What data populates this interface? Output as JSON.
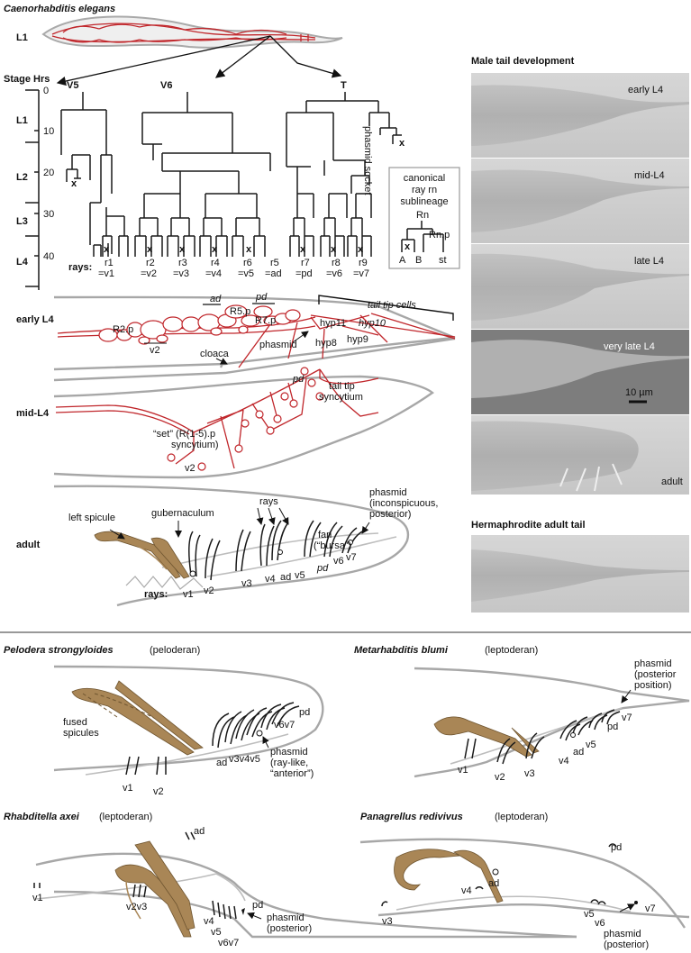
{
  "top": {
    "species": "Caenorhabditis elegans",
    "l1_label": "L1",
    "stage_hrs": "Stage Hrs",
    "lineages": [
      "V5",
      "V6",
      "T"
    ],
    "stages": [
      "L1",
      "L2",
      "L3",
      "L4"
    ],
    "hours": [
      "0",
      "10",
      "20",
      "30",
      "40"
    ],
    "rays_label": "rays:",
    "rays_top": [
      "r1",
      "r2",
      "r3",
      "r4",
      "r6",
      "r5",
      "r7",
      "r8",
      "r9"
    ],
    "rays_bottom": [
      "=v1",
      "=v2",
      "=v3",
      "=v4",
      "=v5",
      "=ad",
      "=pd",
      "=v6",
      "=v7"
    ],
    "x_mark": "x",
    "phasmid_socket": "phasmid socket",
    "canonical": {
      "line1": "canonical",
      "line2": "ray rn",
      "line3": "sublineage",
      "rn": "Rn",
      "rnp": "Rn.p",
      "a": "A",
      "b": "B",
      "st": "st"
    }
  },
  "early_l4": {
    "label": "early L4",
    "ad": "ad",
    "pd": "pd",
    "r5p": "R5.p",
    "r2p": "R2.p",
    "r7p": "R7.p",
    "v2": "v2",
    "cloaca": "cloaca",
    "phasmid": "phasmid",
    "hyp11": "hyp11",
    "hyp10": "hyp10",
    "hyp8": "hyp8",
    "hyp9": "hyp9",
    "tail_tip_cells": "tail tip cells"
  },
  "mid_l4": {
    "label": "mid-L4",
    "pd": "pd",
    "tail_tip_1": "tail tip",
    "tail_tip_2": "syncytium",
    "set_1": "“set” (R(1-5).p",
    "set_2": "syncytium)",
    "v2": "v2"
  },
  "adult": {
    "label": "adult",
    "left_spicule": "left spicule",
    "gubernaculum": "gubernaculum",
    "rays": "rays",
    "phasmid_1": "phasmid",
    "phasmid_2": "(inconspicuous,",
    "phasmid_3": "posterior)",
    "fan_1": "fan",
    "fan_2": "(“bursa”)",
    "rays_label": "rays:",
    "ray_names": [
      "v1",
      "v2",
      "v3",
      "v4",
      "ad",
      "v5",
      "pd",
      "v6",
      "v7"
    ]
  },
  "photos": {
    "title": "Male tail development",
    "panels": [
      "early L4",
      "mid-L4",
      "late L4",
      "very late L4",
      "adult"
    ],
    "scale": "10 µm",
    "herm_title": "Hermaphrodite adult tail"
  },
  "pelodera": {
    "species": "Pelodera strongyloides",
    "type": "(peloderan)",
    "fused_1": "fused",
    "fused_2": "spicules",
    "pd": "pd",
    "v6v7": "v6v7",
    "phasmid_1": "phasmid",
    "phasmid_2": "(ray-like,",
    "phasmid_3": "“anterior”)",
    "ad_v3": "ad",
    "v3v4v5": "v3v4v5",
    "v1": "v1",
    "v2": "v2"
  },
  "metarhabditis": {
    "species": "Metarhabditis blumi",
    "type": "(leptoderan)",
    "phasmid_1": "phasmid",
    "phasmid_2": "(posterior",
    "phasmid_3": "position)",
    "v7": "v7",
    "pd": "pd",
    "v5": "v5",
    "ad": "ad",
    "v4": "v4",
    "v1": "v1",
    "v2": "v2",
    "v3": "v3"
  },
  "rhabditella": {
    "species": "Rhabditella axei",
    "type": "(leptoderan)",
    "ad": "ad",
    "pd": "pd",
    "phasmid_1": "phasmid",
    "phasmid_2": "(posterior)",
    "v1": "v1",
    "v2v3": "v2v3",
    "v4": "v4",
    "v5": "v5",
    "v6v7": "v6v7"
  },
  "panagrellus": {
    "species": "Panagrellus redivivus",
    "type": "(leptoderan)",
    "ad": "ad",
    "pd": "pd",
    "v4": "v4",
    "v5": "v5",
    "v6": "v6",
    "v7": "v7",
    "v3": "v3",
    "phasmid_1": "phasmid",
    "phasmid_2": "(posterior)"
  }
}
